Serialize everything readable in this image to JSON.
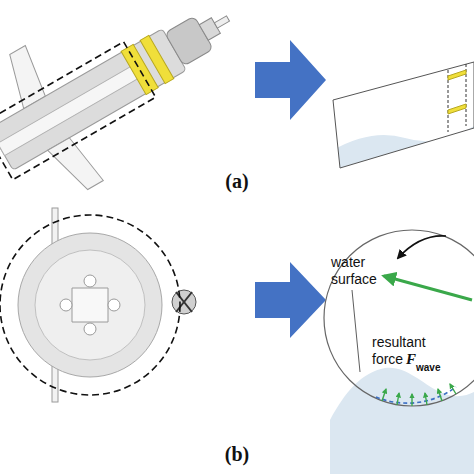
{
  "diagram": {
    "labels": [
      "(a)",
      "(b)",
      "water surface",
      "resultant force",
      "F",
      "wave"
    ]
  }
}
